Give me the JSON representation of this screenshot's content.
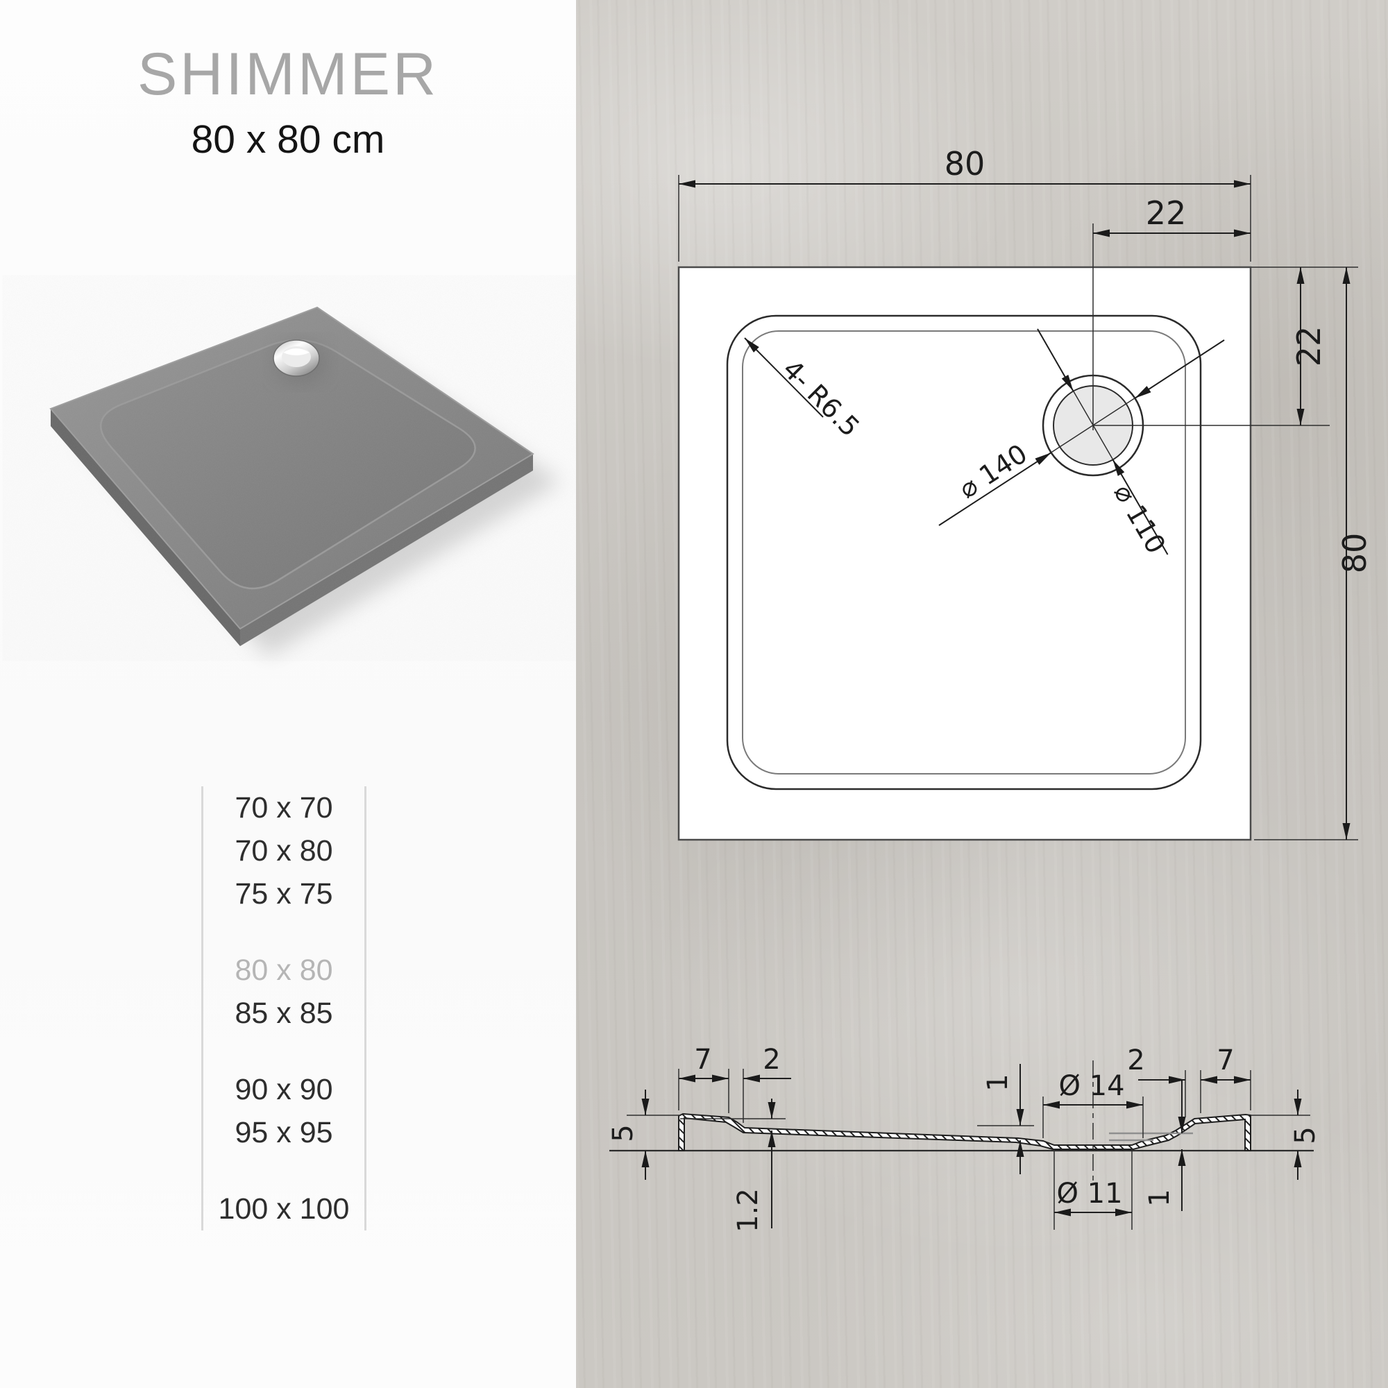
{
  "product": {
    "title": "SHIMMER",
    "size_label": "80 x 80 cm"
  },
  "size_list": {
    "items": [
      {
        "label": "70 x 70",
        "selected": false
      },
      {
        "label": "70 x 80",
        "selected": false
      },
      {
        "label": "75 x 75",
        "selected": false
      },
      {
        "label": "80 x 80",
        "selected": true
      },
      {
        "label": "85 x 85",
        "selected": false
      },
      {
        "label": "90 x 90",
        "selected": false
      },
      {
        "label": "95 x 95",
        "selected": false
      },
      {
        "label": "100 x 100",
        "selected": false
      }
    ]
  },
  "top_view": {
    "dim_width": "80",
    "dim_offset_x": "22",
    "dim_offset_y": "22",
    "dim_height": "80",
    "corner_radius": "4- R6.5",
    "drain_outer_dia": "⌀ 140",
    "drain_inner_dia": "⌀ 110"
  },
  "cross_section": {
    "rim_left": "7",
    "slope_left": "2",
    "step_left": "1",
    "drain_top_dia": "Ø 14",
    "slope_right": "2",
    "rim_right": "7",
    "height_left": "5",
    "height_right": "5",
    "base_thickness": "1.2",
    "drain_bottom_dia": "Ø 11",
    "step_right": "1"
  },
  "colors": {
    "accent_gray": "#a7a7a7",
    "selected_size": "#b5b5b5",
    "concrete": "#cac7c2",
    "tray_gray": "#828282",
    "line": "#1f1f1f"
  }
}
